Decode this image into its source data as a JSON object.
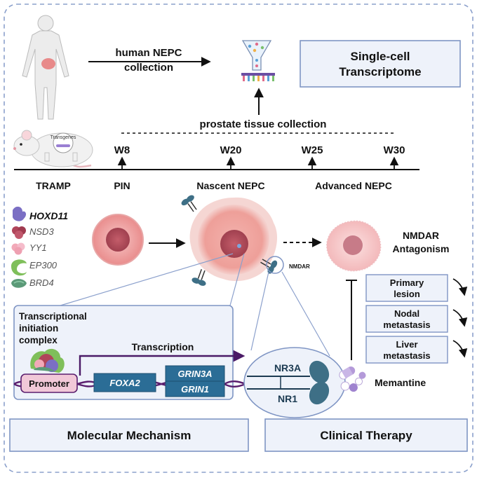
{
  "top": {
    "collection_label_1": "human  NEPC",
    "collection_label_2": "collection",
    "single_cell_1": "Single-cell",
    "single_cell_2": "Transcriptome",
    "tissue_collection": "prostate tissue collection",
    "transgenes": "Transgenes"
  },
  "timeline": {
    "weeks": [
      "W8",
      "W20",
      "W25",
      "W30"
    ],
    "model": "TRAMP",
    "stages": [
      "PIN",
      "Nascent NEPC",
      "Advanced NEPC"
    ]
  },
  "factors": [
    {
      "label": "HOXD11",
      "color": "#7b6fc4"
    },
    {
      "label": "NSD3",
      "color": "#b0455a"
    },
    {
      "label": "YY1",
      "color": "#f2a9b8"
    },
    {
      "label": "EP300",
      "color": "#7fbf5a"
    },
    {
      "label": "BRD4",
      "color": "#5b9a78"
    }
  ],
  "cells": {
    "nmdar_label": "NMDAR",
    "antagonism_1": "NMDAR",
    "antagonism_2": "Antagonism"
  },
  "mechanism": {
    "complex_1": "Transcriptional",
    "complex_2": "initiation",
    "complex_3": "complex",
    "promoter": "Promoter",
    "transcription": "Transcription",
    "gene_foxa2": "FOXA2",
    "gene_grin3a": "GRIN3A",
    "gene_grin1": "GRIN1",
    "receptor_nr3a": "NR3A",
    "receptor_nr1": "NR1",
    "drug": "Memantine"
  },
  "clinical": {
    "boxes": [
      {
        "line1": "Primary",
        "line2": "lesion"
      },
      {
        "line1": "Nodal",
        "line2": "metastasis"
      },
      {
        "line1": "Liver",
        "line2": "metastasis"
      }
    ]
  },
  "panels": {
    "molecular": "Molecular Mechanism",
    "clinical": "Clinical Therapy"
  },
  "colors": {
    "border_dash": "#7f95c4",
    "box_fill": "#eef2fa",
    "box_stroke": "#7f95c4",
    "gene_fill": "#2b6d96",
    "promoter_fill": "#f1c8d8",
    "dna_purple": "#5a1e6e",
    "receptor": "#3e6f86"
  }
}
